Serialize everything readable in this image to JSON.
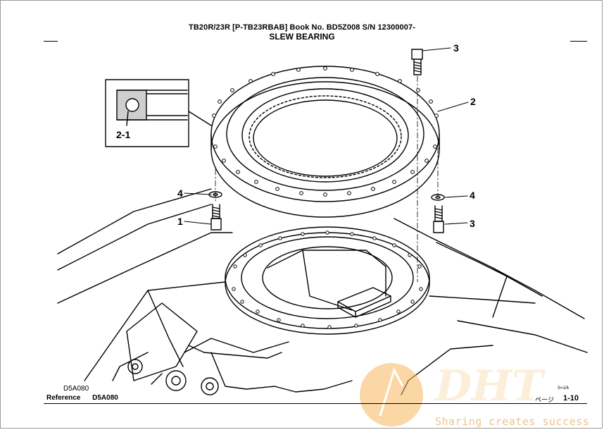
{
  "header": {
    "title_line1": "TB20R/23R [P-TB23RBAB]  Book No. BD5Z008  S/N 12300007-",
    "title_line2": "SLEW BEARING"
  },
  "callouts": {
    "c1": "1",
    "c2": "2",
    "c2_1": "2-1",
    "c3_top": "3",
    "c3_right": "3",
    "c4_left": "4",
    "c4_right": "4"
  },
  "footer": {
    "ref_code_small": "D5A080",
    "reference_label": "Reference",
    "reference_code": "D5A080",
    "scale_note": "S=1/6",
    "page_label": "ページ",
    "page_number": "1-10"
  },
  "watermark": {
    "logo_text": "DHT",
    "slogan": "Sharing creates success"
  }
}
